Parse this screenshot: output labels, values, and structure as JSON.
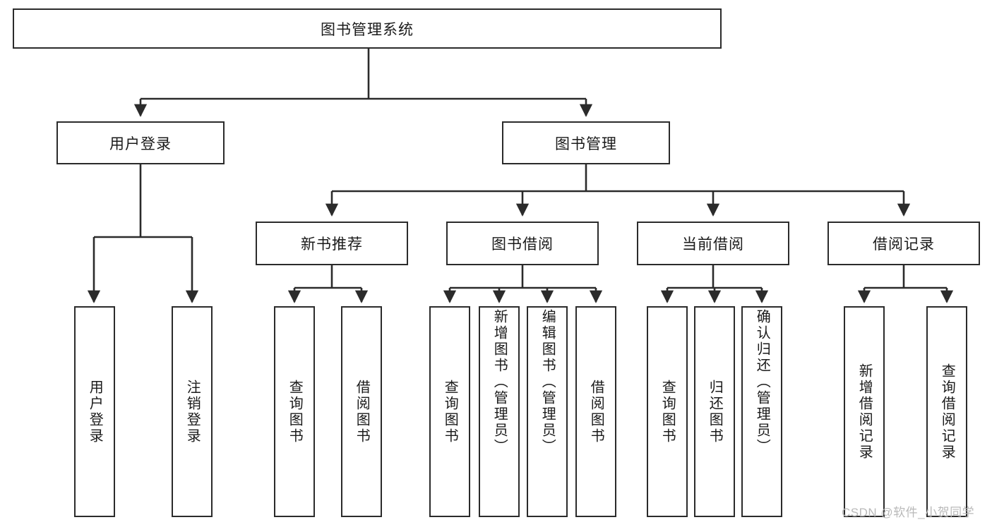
{
  "diagram": {
    "type": "tree-hierarchy",
    "title": "图书管理系统",
    "colors": {
      "box_border": "#2b2b2b",
      "box_fill": "#ffffff",
      "connector": "#2b2b2b",
      "text": "#1a1a1a",
      "watermark": "#b9b9b9",
      "background": "#ffffff"
    },
    "root": {
      "label": "图书管理系统"
    },
    "level2": [
      {
        "label": "用户登录"
      },
      {
        "label": "图书管理"
      }
    ],
    "level3": [
      {
        "label": "新书推荐"
      },
      {
        "label": "图书借阅"
      },
      {
        "label": "当前借阅"
      },
      {
        "label": "借阅记录"
      }
    ],
    "leaves": {
      "user_login": [
        {
          "label": "用户登录"
        },
        {
          "label": "注销登录"
        }
      ],
      "new_book_recommend": [
        {
          "label": "查询图书"
        },
        {
          "label": "借阅图书"
        }
      ],
      "book_borrow": [
        {
          "label": "查询图书"
        },
        {
          "label": "新增图书（管理员）"
        },
        {
          "label": "编辑图书（管理员）"
        },
        {
          "label": "借阅图书"
        }
      ],
      "current_borrow": [
        {
          "label": "查询图书"
        },
        {
          "label": "归还图书"
        },
        {
          "label": "确认归还（管理员）"
        }
      ],
      "borrow_record": [
        {
          "label": "新增借阅记录"
        },
        {
          "label": "查询借阅记录"
        }
      ]
    },
    "watermark": "CSDN @软件_小贺同学"
  }
}
